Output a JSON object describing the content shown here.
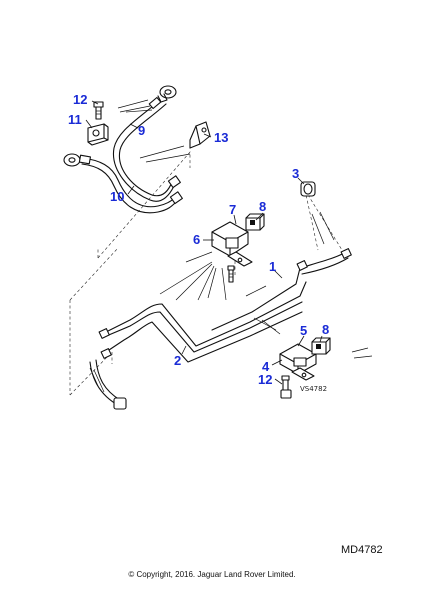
{
  "callouts": {
    "c1": "1",
    "c2": "2",
    "c3": "3",
    "c4": "4",
    "c5": "5",
    "c6": "6",
    "c7": "7",
    "c8a": "8",
    "c8b": "8",
    "c9": "9",
    "c10": "10",
    "c11": "11",
    "c12a": "12",
    "c12b": "12",
    "c13": "13"
  },
  "callout_color": "#1a2bd6",
  "view_reference": "VS4782",
  "drawing_code": "MD4782",
  "copyright": "© Copyright, 2016. Jaguar Land Rover Limited."
}
